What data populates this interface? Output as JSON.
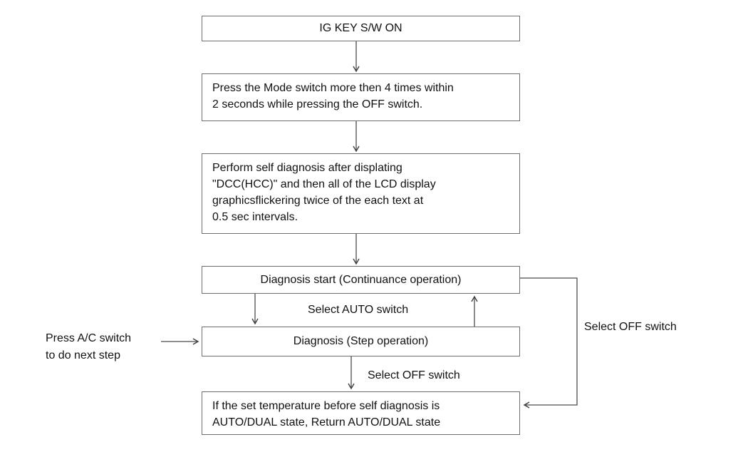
{
  "flow": {
    "nodes": {
      "ig_key": "IG KEY S/W ON",
      "press_mode": "Press the Mode switch more then 4 times within\n2 seconds while pressing the OFF switch.",
      "perform_self": "Perform self diagnosis after displating\n\"DCC(HCC)\" and then all of the LCD display\ngraphicsflickering twice of the each text at\n0.5 sec intervals.",
      "diag_start": "Diagnosis start (Continuance operation)",
      "diag_step": "Diagnosis (Step operation)",
      "return_state": "If the set temperature before self diagnosis is\nAUTO/DUAL state, Return AUTO/DUAL state"
    },
    "labels": {
      "select_auto": "Select AUTO switch",
      "select_off_mid": "Select OFF switch",
      "select_off_right": "Select OFF switch",
      "press_ac": "Press A/C switch\nto do next step"
    },
    "colors": {
      "box_border": "#6e6e6e",
      "arrow": "#3f3f3f",
      "text": "#111111",
      "background": "#ffffff"
    }
  }
}
